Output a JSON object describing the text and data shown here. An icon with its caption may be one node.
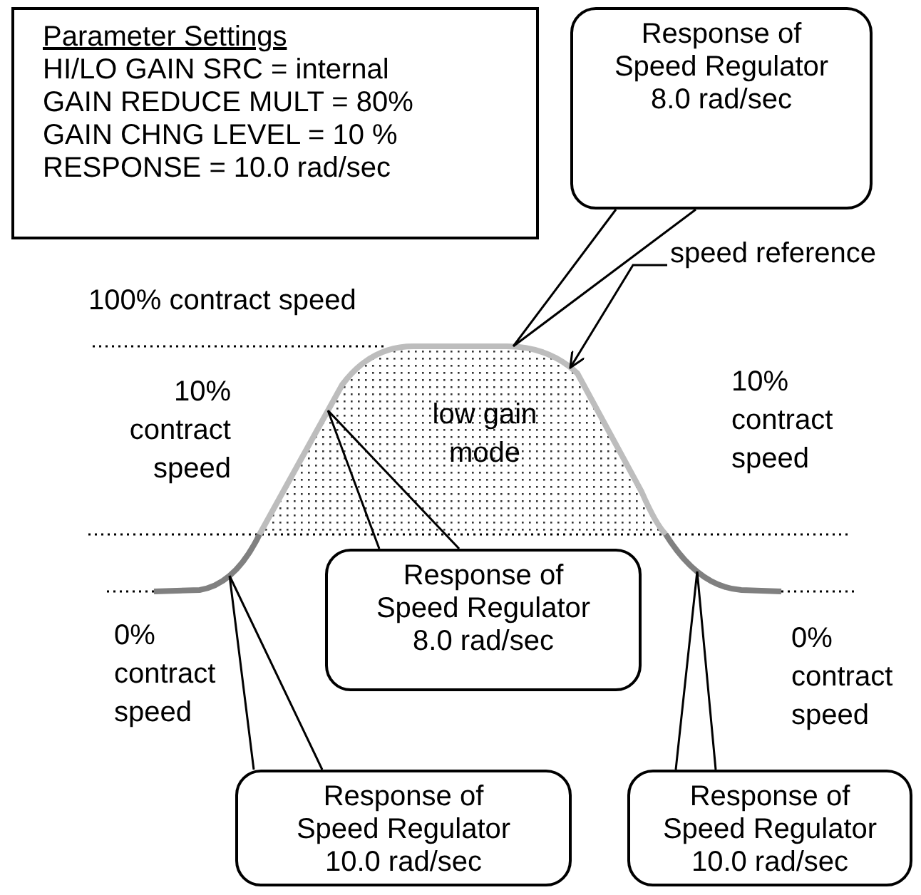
{
  "diagram": {
    "nodes": [
      {
        "text": [
          "Parameter Settings",
          "HI/LO GAIN SRC = internal",
          "GAIN REDUCE MULT = 80%",
          "GAIN CHNG LEVEL = 10 %",
          "RESPONSE = 10.0 rad/sec"
        ]
      },
      {
        "text": [
          "Response of Speed Regulator 8.0 rad/sec"
        ]
      },
      {
        "text": [
          "speed reference"
        ]
      },
      {
        "text": [],
        "shape": "picture"
      },
      {
        "text": [
          "Response of Speed Regulator 8.0 rad/sec"
        ]
      },
      {
        "text": [
          "Response of Speed Regulator 10.0 rad/sec"
        ]
      },
      {
        "text": [
          "Response of Speed Regulator 10.0 rad/sec"
        ]
      }
    ],
    "edges": [
      {
        "from": 1,
        "to": 3,
        "arrow": "none"
      },
      {
        "from": 2,
        "to": 3,
        "arrow": "to"
      },
      {
        "from": 4,
        "to": 3,
        "arrow": "none"
      },
      {
        "from": 5,
        "to": 3,
        "arrow": "none"
      },
      {
        "from": 6,
        "to": 3,
        "arrow": "none"
      }
    ],
    "labels": [
      "100% contract speed",
      "10% contract speed",
      "low gain mode",
      "10% contract speed",
      "0% contract speed",
      "0% contract speed"
    ]
  }
}
